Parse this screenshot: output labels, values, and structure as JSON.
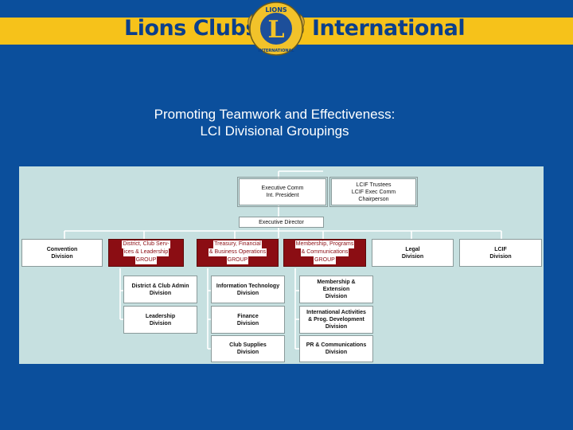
{
  "header": {
    "brand_left": "Lions Clubs",
    "brand_right": "International",
    "emblem_top": "LIONS",
    "emblem_letter": "L",
    "emblem_bottom": "INTERNATIONAL"
  },
  "slide": {
    "title_line1": "Promoting Teamwork and Effectiveness:",
    "title_line2": "LCI Divisional Groupings"
  },
  "org": {
    "executive_comm": [
      "Executive Comm",
      "Int. President"
    ],
    "lcif_trustees": [
      "LCIF Trustees",
      "LCIF Exec Comm",
      "Chairperson"
    ],
    "executive_director": "Executive Director",
    "convention": [
      "Convention",
      "Division"
    ],
    "group_district": [
      "District, Club Serv-",
      "ices & Leadership",
      "GROUP"
    ],
    "group_treasury": [
      "Treasury, Financial",
      "& Business Operations",
      "GROUP"
    ],
    "group_membership": [
      "Membership, Programs",
      "& Communications",
      "GROUP"
    ],
    "legal": [
      "Legal",
      "Division"
    ],
    "lcif": [
      "LCIF",
      "Division"
    ],
    "district_club_admin": [
      "District & Club Admin",
      "Division"
    ],
    "leadership": [
      "Leadership",
      "Division"
    ],
    "information_technology": [
      "Information Technology",
      "Division"
    ],
    "finance": [
      "Finance",
      "Division"
    ],
    "club_supplies": [
      "Club Supplies",
      "Division"
    ],
    "membership_extension": [
      "Membership &",
      "Extension",
      "Division"
    ],
    "international_activities": [
      "International Activities",
      "& Prog. Development",
      "Division"
    ],
    "pr_communications": [
      "PR & Communications",
      "Division"
    ]
  },
  "colors": {
    "background": "#0b4f9c",
    "banner": "#f6c21a",
    "brand_text": "#0b3f8c",
    "chart_bg": "#c6e0e0",
    "group_fill": "#8b0d13"
  }
}
